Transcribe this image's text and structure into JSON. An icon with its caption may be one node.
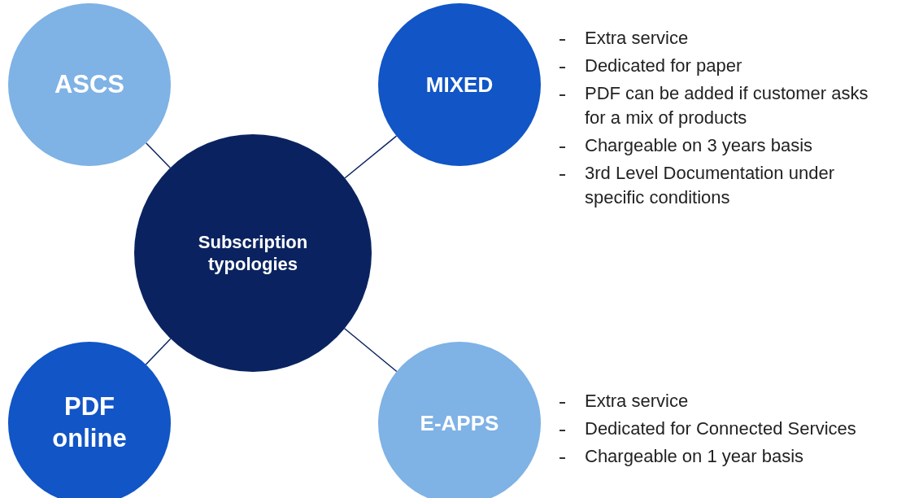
{
  "diagram": {
    "nodes": [
      {
        "text": [
          "ASCS"
        ]
      },
      {
        "text": [
          "MIXED"
        ],
        "beside": [
          "Extra service",
          "Dedicated for paper",
          "PDF can be added if customer asks for a mix of products",
          "Chargeable on 3 years basis",
          "3rd Level Documentation under specific conditions"
        ]
      },
      {
        "text": [
          "Subscription typologies"
        ]
      },
      {
        "text": [
          "PDF online"
        ]
      },
      {
        "text": [
          "E-APPS"
        ],
        "beside": [
          "Extra service",
          "Dedicated for Connected Services",
          "Chargeable on 1 year basis"
        ]
      }
    ],
    "edges": [
      {
        "from": 2,
        "to": 0,
        "arrow": "none"
      },
      {
        "from": 2,
        "to": 1,
        "arrow": "none"
      },
      {
        "from": 2,
        "to": 3,
        "arrow": "none"
      },
      {
        "from": 2,
        "to": 4,
        "arrow": "none"
      }
    ]
  }
}
